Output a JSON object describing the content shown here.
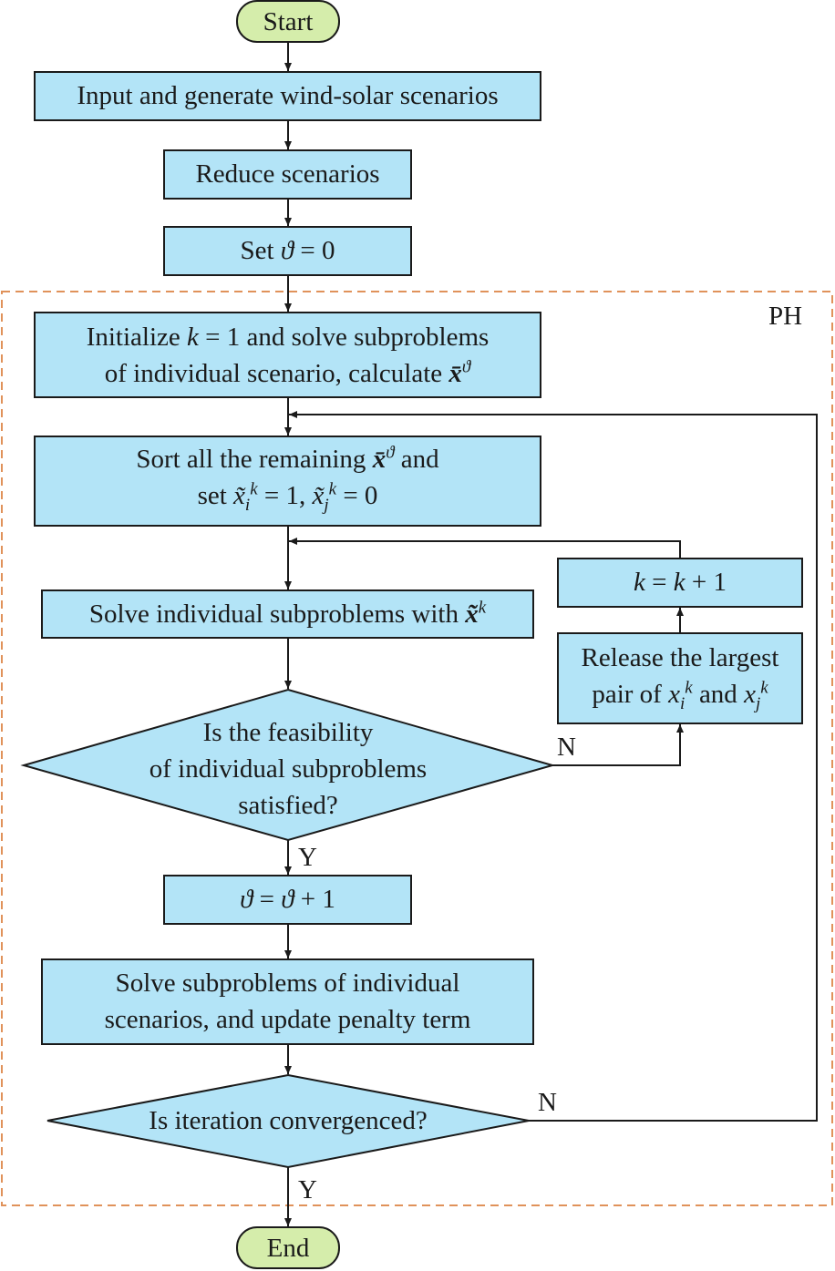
{
  "title": "",
  "colors": {
    "process_fill": "#b3e4f7",
    "terminal_fill": "#d5edab",
    "stroke": "#1a1a1a",
    "region_border": "#e0925a"
  },
  "nodes": {
    "start": "Start",
    "input": "Input and generate wind-solar scenarios",
    "reduce": "Reduce scenarios",
    "set_theta": {
      "prefix": "Set ",
      "var": "ϑ",
      "rest": " = 0"
    },
    "init": {
      "line1_a": "Initialize ",
      "line1_k": "k",
      "line1_b": " = 1 and solve subproblems",
      "line2_a": "of individual scenario, calculate ",
      "line2_x": "x̄",
      "line2_sup": "ϑ"
    },
    "sort": {
      "line1_a": "Sort all the remaining ",
      "line1_x": "x̄",
      "line1_sup": "ϑ",
      "line1_b": " and",
      "line2_a": "set ",
      "xi": "x̃",
      "xi_sub": "i",
      "xi_sup": "k",
      "mid": " = 1, ",
      "xj": "x̃",
      "xj_sub": "j",
      "xj_sup": "k",
      "end": " = 0"
    },
    "solve_ind": {
      "text": "Solve individual subproblems with ",
      "x": "x̃",
      "sup": "k"
    },
    "feasible": {
      "line1": "Is the feasibility",
      "line2": "of individual subproblems",
      "line3": "satisfied?"
    },
    "k_inc": {
      "k1": "k",
      "eq": " = ",
      "k2": "k",
      "plus": " + 1"
    },
    "release": {
      "line1": "Release the largest",
      "line2_a": "pair of ",
      "xi": "x",
      "xi_sub": "i",
      "xi_sup": "k",
      "and": " and ",
      "xj": "x",
      "xj_sub": "j",
      "xj_sup": "k"
    },
    "theta_inc": {
      "v1": "ϑ",
      "eq": " = ",
      "v2": "ϑ",
      "plus": " + 1"
    },
    "solve_sub": {
      "line1": "Solve subproblems of individual",
      "line2": "scenarios, and update penalty term"
    },
    "converge": "Is iteration convergenced?",
    "end": "End"
  },
  "edge_labels": {
    "no_feasible": "N",
    "yes_feasible": "Y",
    "no_converge": "N",
    "yes_converge": "Y"
  },
  "region_label": "PH"
}
